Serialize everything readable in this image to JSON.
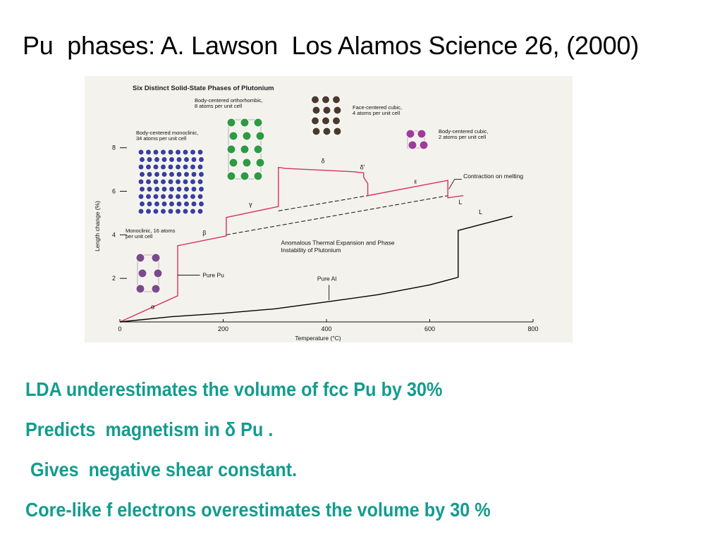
{
  "slide": {
    "title": "Pu  phases: A. Lawson  Los Alamos Science 26, (2000)",
    "bullets": [
      "LDA underestimates the volume of fcc Pu by 30%",
      "Predicts  magnetism in δ Pu .",
      " Gives  negative shear constant.",
      "Core-like f electrons overestimates the volume by 30 %"
    ]
  },
  "colors": {
    "accent": "#139c8f",
    "pu_curve": "#d8306a",
    "al_curve": "#000000",
    "background": "#f3f2ed"
  },
  "chart_data": {
    "type": "line",
    "title": "Six Distinct Solid-State Phases of Plutonium",
    "xlabel": "Temperature (°C)",
    "ylabel": "Length change (%)",
    "xlim": [
      0,
      800
    ],
    "ylim": [
      0,
      8.8
    ],
    "x_ticks": [
      0,
      200,
      400,
      600,
      800
    ],
    "y_ticks": [
      2,
      4,
      6,
      8
    ],
    "series": [
      {
        "name": "Pure Pu",
        "points": [
          [
            0,
            0
          ],
          [
            112,
            1.2
          ],
          [
            112,
            3.5
          ],
          [
            206,
            3.95
          ],
          [
            206,
            4.8
          ],
          [
            307,
            5.3
          ],
          [
            307,
            7.1
          ],
          [
            320,
            7.05
          ],
          [
            450,
            6.9
          ],
          [
            472,
            6.85
          ],
          [
            472,
            6.65
          ],
          [
            480,
            6.35
          ],
          [
            480,
            5.8
          ],
          [
            635,
            6.5
          ],
          [
            635,
            5.7
          ],
          [
            665,
            5.8
          ]
        ]
      },
      {
        "name": "Pure Al",
        "points": [
          [
            0,
            0
          ],
          [
            100,
            0.24
          ],
          [
            200,
            0.4
          ],
          [
            300,
            0.6
          ],
          [
            400,
            0.92
          ],
          [
            500,
            1.25
          ],
          [
            600,
            1.7
          ],
          [
            655,
            2.05
          ],
          [
            655,
            4.2
          ],
          [
            760,
            4.85
          ]
        ]
      }
    ],
    "extrapolations": [
      {
        "points": [
          [
            206,
            4.0
          ],
          [
            635,
            5.8
          ]
        ]
      },
      {
        "points": [
          [
            307,
            5.1
          ],
          [
            480,
            5.8
          ]
        ]
      }
    ],
    "annotations": [
      {
        "text": "α",
        "x": 60,
        "y": 0.6
      },
      {
        "text": "β",
        "x": 160,
        "y": 4.0
      },
      {
        "text": "γ",
        "x": 250,
        "y": 5.3
      },
      {
        "text": "δ",
        "x": 390,
        "y": 7.3
      },
      {
        "text": "δ'",
        "x": 465,
        "y": 7.0
      },
      {
        "text": "ε",
        "x": 570,
        "y": 6.35
      },
      {
        "text": "L",
        "x": 656,
        "y": 5.4
      },
      {
        "text": "L",
        "x": 695,
        "y": 4.95
      },
      {
        "text": "Pure Pu",
        "x": 160,
        "y": 2.05
      },
      {
        "text": "Pure Al",
        "x": 382,
        "y": 1.9
      },
      {
        "text": "Contraction on melting",
        "x": 665,
        "y": 6.6
      },
      {
        "text": "Anomalous Thermal Expansion and Phase",
        "x": 312,
        "y": 3.55
      },
      {
        "text": "Instability of Plutonium",
        "x": 312,
        "y": 3.2
      }
    ],
    "phases": [
      {
        "name": "Monoclinic, 16 atoms per unit cell",
        "lines": [
          "Monoclinic, 16 atoms",
          "per unit cell"
        ],
        "color": "#7a4a8c"
      },
      {
        "name": "Body-centered monoclinic, 34 atoms per unit cell",
        "lines": [
          "Body-centered monoclinic,",
          "34 atoms per unit cell"
        ],
        "color": "#3a3f9c"
      },
      {
        "name": "Body-centered orthorhombic, 8 atoms per unit cell",
        "lines": [
          "Body-centered orthorhombic,",
          "8 atoms per unit cell"
        ],
        "color": "#2f9a44"
      },
      {
        "name": "Face-centered cubic, 4 atoms per unit cell",
        "lines": [
          "Face-centered cubic,",
          "4 atoms per unit cell"
        ],
        "color": "#4a3a2c"
      },
      {
        "name": "Body-centered cubic, 2 atoms per unit cell",
        "lines": [
          "Body-centered cubic,",
          "2 atoms per unit cell"
        ],
        "color": "#a23a9c"
      }
    ]
  }
}
